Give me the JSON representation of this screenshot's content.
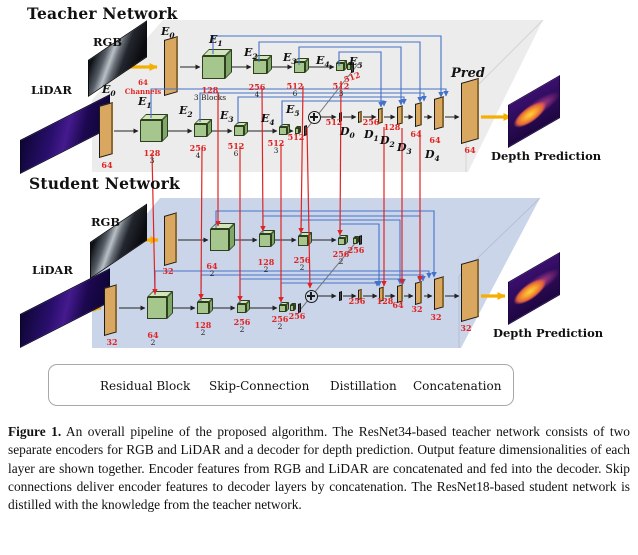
{
  "teacher": {
    "title": "Teacher Network",
    "rgb_label": "RGB",
    "lidar_label": "LiDAR",
    "channels_note_line1": "64",
    "channels_note_line2": "Channels",
    "pred_label": "Pred",
    "depth_label": "Depth Prediction",
    "rgb_encoders": [
      {
        "label": "E0"
      },
      {
        "label": "E1",
        "dim": "128",
        "count": "3 Blocks"
      },
      {
        "label": "E2",
        "dim": "256",
        "count": "4"
      },
      {
        "label": "E3",
        "dim": "512",
        "count": "6"
      },
      {
        "label": "E4",
        "dim": "512",
        "count": "3"
      },
      {
        "label": "E5",
        "dim": "512"
      }
    ],
    "lidar_encoders": [
      {
        "label": "E0",
        "dim": "64"
      },
      {
        "label": "E1",
        "dim": "128",
        "count": "3"
      },
      {
        "label": "E2",
        "dim": "256",
        "count": "4"
      },
      {
        "label": "E3",
        "dim": "512",
        "count": "6"
      },
      {
        "label": "E4",
        "dim": "512",
        "count": "3"
      },
      {
        "label": "E5",
        "dim": "512"
      }
    ],
    "decoders": [
      {
        "label": "D0",
        "dim": "512"
      },
      {
        "label": "D1",
        "dim": "256"
      },
      {
        "label": "D2",
        "dim": "128"
      },
      {
        "label": "D3",
        "dim": "64"
      },
      {
        "label": "D4",
        "dim": "64"
      },
      {
        "label": "",
        "dim": "64"
      }
    ]
  },
  "student": {
    "title": "Student Network",
    "rgb_label": "RGB",
    "lidar_label": "LiDAR",
    "depth_label": "Depth Prediction",
    "rgb_encoders": [
      {
        "dim": "32"
      },
      {
        "dim": "64",
        "count": "2"
      },
      {
        "dim": "128",
        "count": "2"
      },
      {
        "dim": "256",
        "count": "2"
      },
      {
        "dim": "256",
        "count": "2"
      },
      {
        "dim": "256"
      }
    ],
    "lidar_encoders": [
      {
        "dim": "32"
      },
      {
        "dim": "64",
        "count": "2"
      },
      {
        "dim": "128",
        "count": "2"
      },
      {
        "dim": "256",
        "count": "2"
      },
      {
        "dim": "256",
        "count": "2"
      },
      {
        "dim": "256"
      }
    ],
    "decoders": [
      {
        "dim": "256"
      },
      {
        "dim": "128"
      },
      {
        "dim": "64"
      },
      {
        "dim": "32"
      },
      {
        "dim": "32"
      },
      {
        "dim": "32"
      }
    ]
  },
  "legend": {
    "residual_block": "Residual Block",
    "skip_connection": "Skip-Connection",
    "distillation": "Distillation",
    "concatenation": "Concatenation"
  },
  "caption": {
    "label": "Figure 1.",
    "text": "An overall pipeline of the proposed algorithm. The ResNet34-based teacher network consists of two separate encoders for RGB and LiDAR and a decoder for depth prediction. Output feature dimensionalities of each layer are shown together. Encoder features from RGB and LiDAR are concatenated and fed into the decoder. Skip connections deliver encoder features to decoder layers by concatenation. The ResNet18-based student network is distilled with the knowledge from the teacher network."
  },
  "colors": {
    "teacher_panel": "#ececec",
    "student_panel": "#cbd5ea",
    "skip_connection": "#4472c8",
    "distillation": "#e02424",
    "flow_arrow": "#f5af00",
    "row_line": "#222222",
    "diagonal_line": "#777777",
    "residual_face": "#a5c78e",
    "residual_top": "#d0e5ba",
    "residual_side": "#7da867",
    "plate_orange": "#d9a75f",
    "dim_text": "#e02424"
  }
}
